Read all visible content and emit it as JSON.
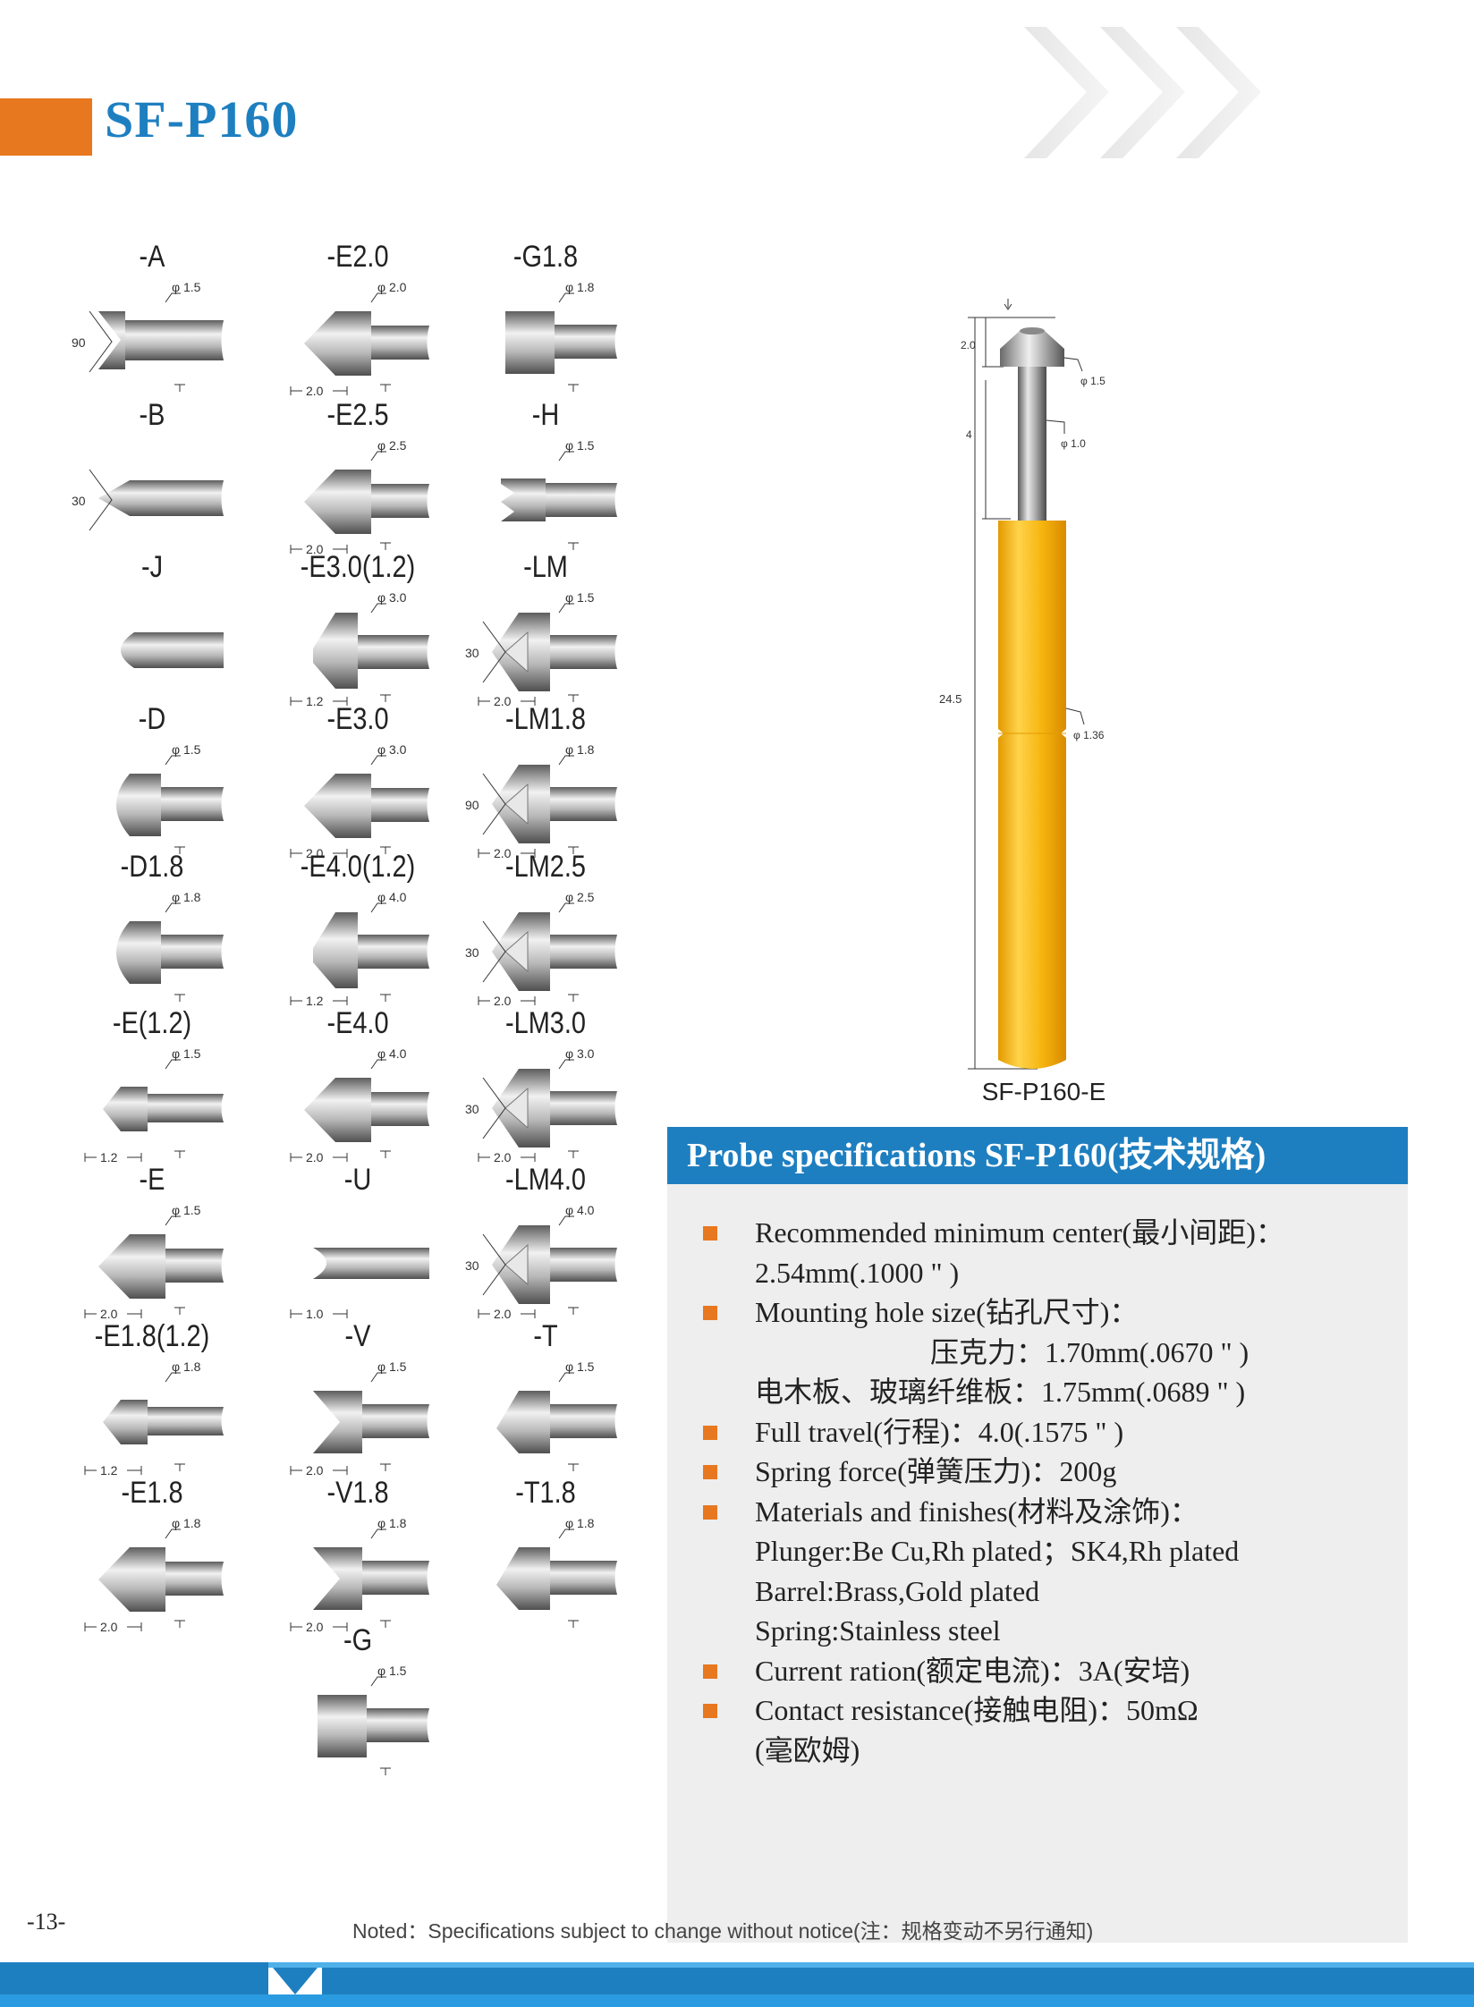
{
  "page": {
    "title": "SF-P160",
    "page_number": "-13-",
    "note": "Noted：Specifications subject to change without notice(注：规格变动不另行通知)"
  },
  "tips": [
    {
      "id": "a",
      "label": "-A",
      "dim_diameter": "φ 1.5",
      "dim_angle": "90",
      "dim_length": ""
    },
    {
      "id": "e20",
      "label": "-E2.0",
      "dim_diameter": "φ 2.0",
      "dim_angle": "",
      "dim_length": "2.0"
    },
    {
      "id": "g18",
      "label": "-G1.8",
      "dim_diameter": "φ 1.8",
      "dim_angle": "",
      "dim_length": ""
    },
    {
      "id": "b",
      "label": "-B",
      "dim_diameter": "",
      "dim_angle": "30",
      "dim_length": ""
    },
    {
      "id": "e25",
      "label": "-E2.5",
      "dim_diameter": "φ 2.5",
      "dim_angle": "",
      "dim_length": "2.0"
    },
    {
      "id": "h",
      "label": "-H",
      "dim_diameter": "φ 1.5",
      "dim_angle": "",
      "dim_length": ""
    },
    {
      "id": "j",
      "label": "-J",
      "dim_diameter": "",
      "dim_angle": "",
      "dim_length": ""
    },
    {
      "id": "e30_12",
      "label": "-E3.0(1.2)",
      "dim_diameter": "φ 3.0",
      "dim_angle": "",
      "dim_length": "1.2"
    },
    {
      "id": "lm",
      "label": "-LM",
      "dim_diameter": "φ 1.5",
      "dim_angle": "30",
      "dim_length": "2.0"
    },
    {
      "id": "d",
      "label": "-D",
      "dim_diameter": "φ 1.5",
      "dim_angle": "",
      "dim_length": ""
    },
    {
      "id": "e30",
      "label": "-E3.0",
      "dim_diameter": "φ 3.0",
      "dim_angle": "",
      "dim_length": "2.0"
    },
    {
      "id": "lm18",
      "label": "-LM1.8",
      "dim_diameter": "φ 1.8",
      "dim_angle": "90",
      "dim_length": "2.0"
    },
    {
      "id": "d18",
      "label": "-D1.8",
      "dim_diameter": "φ 1.8",
      "dim_angle": "",
      "dim_length": ""
    },
    {
      "id": "e40_12",
      "label": "-E4.0(1.2)",
      "dim_diameter": "φ 4.0",
      "dim_angle": "",
      "dim_length": "1.2"
    },
    {
      "id": "lm25",
      "label": "-LM2.5",
      "dim_diameter": "φ 2.5",
      "dim_angle": "30",
      "dim_length": "2.0"
    },
    {
      "id": "e_12",
      "label": "-E(1.2)",
      "dim_diameter": "φ 1.5",
      "dim_angle": "",
      "dim_length": "1.2"
    },
    {
      "id": "e40",
      "label": "-E4.0",
      "dim_diameter": "φ 4.0",
      "dim_angle": "",
      "dim_length": "2.0"
    },
    {
      "id": "lm30",
      "label": "-LM3.0",
      "dim_diameter": "φ 3.0",
      "dim_angle": "30",
      "dim_length": "2.0"
    },
    {
      "id": "e",
      "label": "-E",
      "dim_diameter": "φ 1.5",
      "dim_angle": "",
      "dim_length": "2.0"
    },
    {
      "id": "u",
      "label": "-U",
      "dim_diameter": "",
      "dim_angle": "",
      "dim_length": "1.0"
    },
    {
      "id": "lm40",
      "label": "-LM4.0",
      "dim_diameter": "φ 4.0",
      "dim_angle": "30",
      "dim_length": "2.0"
    },
    {
      "id": "e18_12",
      "label": "-E1.8(1.2)",
      "dim_diameter": "φ 1.8",
      "dim_angle": "",
      "dim_length": "1.2"
    },
    {
      "id": "v",
      "label": "-V",
      "dim_diameter": "φ 1.5",
      "dim_angle": "",
      "dim_length": "2.0"
    },
    {
      "id": "t",
      "label": "-T",
      "dim_diameter": "φ 1.5",
      "dim_angle": "",
      "dim_length": ""
    },
    {
      "id": "e18",
      "label": "-E1.8",
      "dim_diameter": "φ 1.8",
      "dim_angle": "",
      "dim_length": "2.0"
    },
    {
      "id": "v18",
      "label": "-V1.8",
      "dim_diameter": "φ 1.8",
      "dim_angle": "",
      "dim_length": "2.0"
    },
    {
      "id": "t18",
      "label": "-T1.8",
      "dim_diameter": "φ 1.8",
      "dim_angle": "",
      "dim_length": ""
    },
    {
      "id": "g",
      "label": "-G",
      "dim_diameter": "φ 1.5",
      "dim_angle": "",
      "dim_length": ""
    }
  ],
  "probe": {
    "caption": "SF-P160-E",
    "dims": {
      "tip_length": "2.0",
      "head_diameter": "φ 1.5",
      "plunger_length": "4",
      "plunger_diameter": "φ 1.0",
      "total_length": "24.5",
      "barrel_diameter": "φ 1.36"
    }
  },
  "spec": {
    "header": "Probe specifications SF-P160(技术规格)",
    "lines": [
      {
        "text": "Recommended minimum center(最小间距)：",
        "bullet": true
      },
      {
        "text": "2.54mm(.1000 \" )",
        "bullet": false
      },
      {
        "text": "Mounting hole size(钻孔尺寸)：",
        "bullet": true
      },
      {
        "text": "压克力：1.70mm(.0670 \" )",
        "bullet": false,
        "indent": true
      },
      {
        "text": "电木板、玻璃纤维板：1.75mm(.0689 \" )",
        "bullet": false
      },
      {
        "text": "Full travel(行程)：4.0(.1575 \" )",
        "bullet": true
      },
      {
        "text": "Spring force(弹簧压力)：200g",
        "bullet": true
      },
      {
        "text": "Materials and finishes(材料及涂饰)：",
        "bullet": true
      },
      {
        "text": "Plunger:Be Cu,Rh plated；SK4,Rh plated",
        "bullet": false
      },
      {
        "text": "Barrel:Brass,Gold plated",
        "bullet": false
      },
      {
        "text": "Spring:Stainless steel",
        "bullet": false
      },
      {
        "text": "Current ration(额定电流)：3A(安培)",
        "bullet": true
      },
      {
        "text": "Contact resistance(接触电阻)：50mΩ",
        "bullet": true
      },
      {
        "text": "(毫欧姆)",
        "bullet": false
      }
    ]
  },
  "colors": {
    "accent_orange": "#e8781f",
    "accent_blue": "#1e7fc0",
    "barrel_gold": "#f5b50c",
    "steel": "#9a9a9a"
  }
}
